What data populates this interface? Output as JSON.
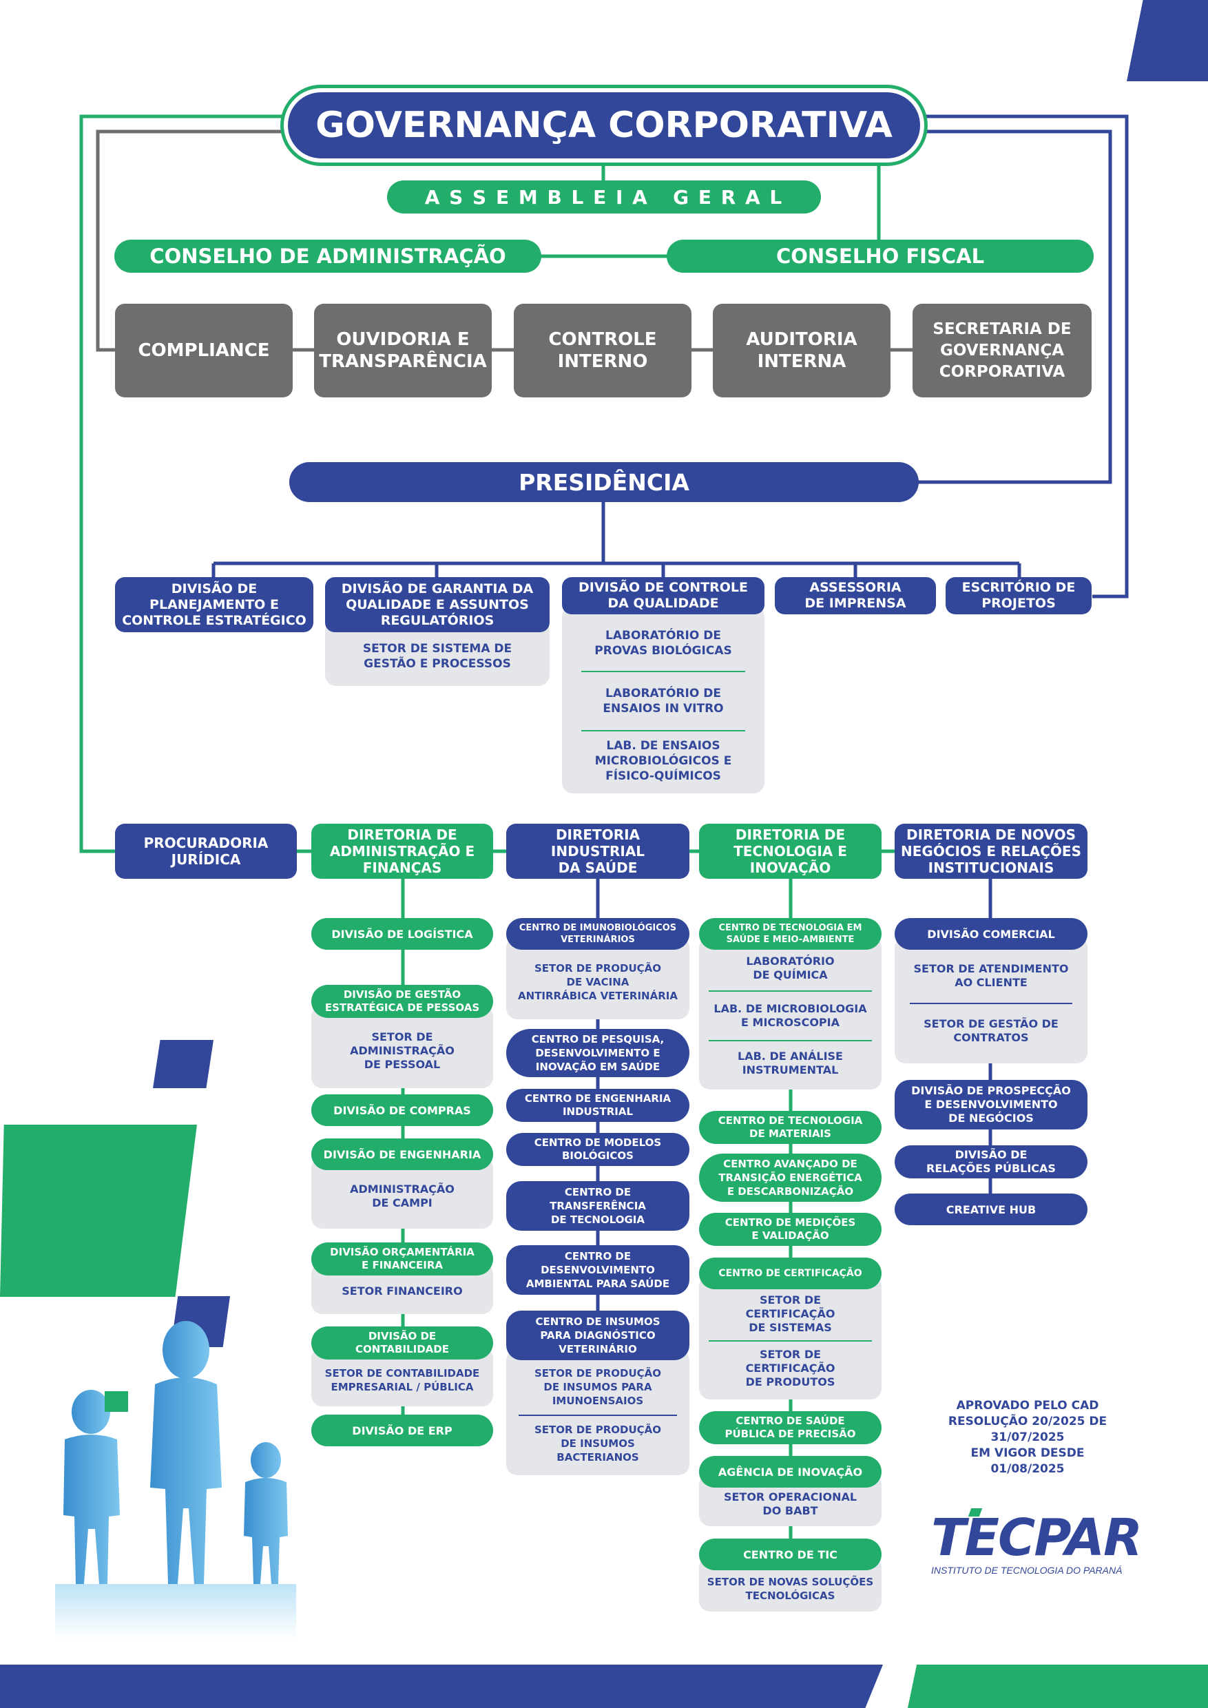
{
  "title": "GOVERNANÇA CORPORATIVA",
  "assembleia": "A S S E M B L E I A   G E R A L",
  "conselho_adm": "CONSELHO DE ADMINISTRAÇÃO",
  "conselho_fiscal": "CONSELHO FISCAL",
  "governance_units": [
    "COMPLIANCE",
    "OUVIDORIA E\nTRANSPARÊNCIA",
    "CONTROLE\nINTERNO",
    "AUDITORIA\nINTERNA",
    "SECRETARIA DE\nGOVERNANÇA\nCORPORATIVA"
  ],
  "presidencia": "PRESIDÊNCIA",
  "divisions": {
    "planejamento": "DIVISÃO DE\nPLANEJAMENTO E\nCONTROLE ESTRATÉGICO",
    "garantia": "DIVISÃO DE GARANTIA DA\nQUALIDADE E ASSUNTOS\nREGULATÓRIOS",
    "garantia_sub": [
      "SETOR DE SISTEMA DE\nGESTÃO E PROCESSOS"
    ],
    "controle_qualidade": "DIVISÃO DE CONTROLE\nDA QUALIDADE",
    "controle_qualidade_sub": [
      "LABORATÓRIO DE\nPROVAS BIOLÓGICAS",
      "LABORATÓRIO DE\nENSAIOS IN VITRO",
      "LAB. DE ENSAIOS\nMICROBIOLÓGICOS E\nFÍSICO-QUÍMICOS"
    ],
    "imprensa": "ASSESSORIA\nDE IMPRENSA",
    "projetos": "ESCRITÓRIO DE\nPROJETOS"
  },
  "directorates": {
    "procuradoria": "PROCURADORIA\nJURÍDICA",
    "adm": {
      "name": "DIRETORIA DE\nADMINISTRAÇÃO E\nFINANÇAS",
      "items": [
        {
          "name": "DIVISÃO DE LOGÍSTICA",
          "sub": []
        },
        {
          "name": "DIVISÃO DE GESTÃO\nESTRATÉGICA DE PESSOAS",
          "sub": [
            "SETOR DE\nADMINISTRAÇÃO\nDE PESSOAL"
          ]
        },
        {
          "name": "DIVISÃO DE COMPRAS",
          "sub": []
        },
        {
          "name": "DIVISÃO DE ENGENHARIA",
          "sub": [
            "ADMINISTRAÇÃO\nDE CAMPI"
          ]
        },
        {
          "name": "DIVISÃO ORÇAMENTÁRIA\nE FINANCEIRA",
          "sub": [
            "SETOR FINANCEIRO"
          ]
        },
        {
          "name": "DIVISÃO DE\nCONTABILIDADE",
          "sub": [
            "SETOR DE CONTABILIDADE\nEMPRESARIAL / PÚBLICA"
          ]
        },
        {
          "name": "DIVISÃO DE ERP",
          "sub": []
        }
      ]
    },
    "industrial": {
      "name": "DIRETORIA\nINDUSTRIAL\nDA SAÚDE",
      "items": [
        {
          "name": "CENTRO DE IMUNOBIOLÓGICOS\nVETERINÁRIOS",
          "sub": [
            "SETOR DE PRODUÇÃO\nDE VACINA\nANTIRRÁBICA VETERINÁRIA"
          ]
        },
        {
          "name": "CENTRO DE PESQUISA,\nDESENVOLVIMENTO E\nINOVAÇÃO EM SAÚDE",
          "sub": []
        },
        {
          "name": "CENTRO DE ENGENHARIA\nINDUSTRIAL",
          "sub": []
        },
        {
          "name": "CENTRO DE MODELOS\nBIOLÓGICOS",
          "sub": []
        },
        {
          "name": "CENTRO DE\nTRANSFERÊNCIA\nDE TECNOLOGIA",
          "sub": []
        },
        {
          "name": "CENTRO DE\nDESENVOLVIMENTO\nAMBIENTAL PARA SAÚDE",
          "sub": []
        },
        {
          "name": "CENTRO DE INSUMOS\nPARA DIAGNÓSTICO\nVETERINÁRIO",
          "sub": [
            "SETOR DE PRODUÇÃO\nDE INSUMOS PARA\nIMUNOENSAIOS",
            "SETOR DE PRODUÇÃO\nDE INSUMOS\nBACTERIANOS"
          ]
        }
      ]
    },
    "tecnologia": {
      "name": "DIRETORIA DE\nTECNOLOGIA E\nINOVAÇÃO",
      "items": [
        {
          "name": "CENTRO DE TECNOLOGIA EM\nSAÚDE E MEIO-AMBIENTE",
          "sub": [
            "LABORATÓRIO\nDE QUÍMICA",
            "LAB. DE MICROBIOLOGIA\nE MICROSCOPIA",
            "LAB. DE ANÁLISE\nINSTRUMENTAL"
          ]
        },
        {
          "name": "CENTRO DE TECNOLOGIA\nDE MATERIAIS",
          "sub": []
        },
        {
          "name": "CENTRO AVANÇADO DE\nTRANSIÇÃO ENERGÉTICA\nE DESCARBONIZAÇÃO",
          "sub": []
        },
        {
          "name": "CENTRO DE MEDIÇÕES\nE VALIDAÇÃO",
          "sub": []
        },
        {
          "name": "CENTRO DE CERTIFICAÇÃO",
          "sub": [
            "SETOR DE\nCERTIFICAÇÃO\nDE SISTEMAS",
            "SETOR DE\nCERTIFICAÇÃO\nDE PRODUTOS"
          ]
        },
        {
          "name": "CENTRO DE SAÚDE\nPÚBLICA DE PRECISÃO",
          "sub": []
        },
        {
          "name": "AGÊNCIA DE INOVAÇÃO",
          "sub": [
            "SETOR OPERACIONAL\nDO BABT"
          ]
        },
        {
          "name": "CENTRO DE TIC",
          "sub": [
            "SETOR DE NOVAS SOLUÇÕES\nTECNOLÓGICAS"
          ]
        }
      ]
    },
    "negocios": {
      "name": "DIRETORIA DE NOVOS\nNEGÓCIOS E RELAÇÕES\nINSTITUCIONAIS",
      "items": [
        {
          "name": "DIVISÃO COMERCIAL",
          "sub": [
            "SETOR DE ATENDIMENTO\nAO CLIENTE",
            "SETOR DE GESTÃO DE\nCONTRATOS"
          ]
        },
        {
          "name": "DIVISÃO DE PROSPECÇÃO\nE DESENVOLVIMENTO\nDE NEGÓCIOS",
          "sub": []
        },
        {
          "name": "DIVISÃO DE\nRELAÇÕES PÚBLICAS",
          "sub": []
        },
        {
          "name": "CREATIVE HUB",
          "sub": []
        }
      ]
    }
  },
  "approval_note": "APROVADO PELO CAD\nRESOLUÇÃO 20/2025 DE\n31/07/2025\nEM VIGOR DESDE\n01/08/2025",
  "logo": {
    "name": "TECPAR",
    "subtitle": "INSTITUTO DE TECNOLOGIA DO PARANÁ"
  },
  "colors": {
    "blue": "#33479a",
    "green": "#22ad6a",
    "grey": "#6e6e70",
    "panel": "#e4e6ea",
    "figure": "#4a9fd6"
  }
}
